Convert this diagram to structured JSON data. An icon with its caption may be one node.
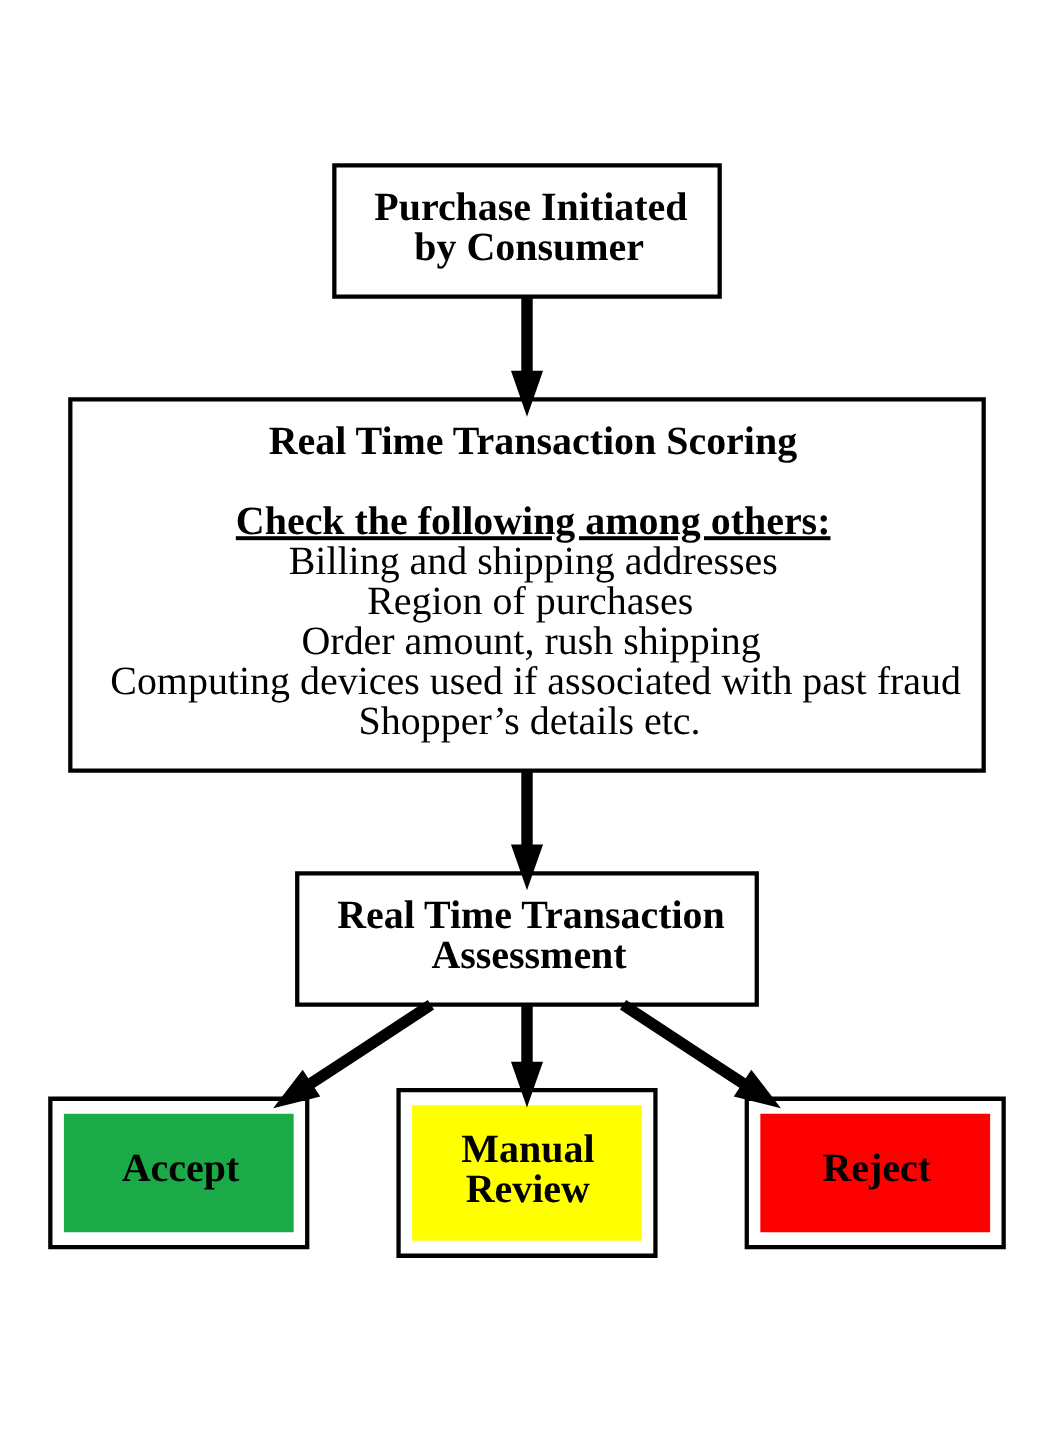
{
  "diagram": {
    "nodes": [
      {
        "text": [
          "Purchase Initiated by Consumer"
        ]
      },
      {
        "text": [
          "Real Time Transaction Scoring",
          "Check the following among others:",
          "Billing and shipping addresses",
          "Region of purchases",
          "Order amount, rush shipping",
          "Computing devices used if associated with past fraud",
          "Shopper’s details etc."
        ]
      },
      {
        "text": [
          "Real Time Transaction Assessment"
        ]
      },
      {
        "text": [],
        "shape": "box"
      },
      {
        "text": [
          "Accept"
        ],
        "in": 3
      },
      {
        "text": [],
        "shape": "box"
      },
      {
        "text": [
          "Manual Review"
        ],
        "in": 5
      },
      {
        "text": [],
        "shape": "box"
      },
      {
        "text": [
          "Reject"
        ],
        "in": 7
      }
    ],
    "edges": [
      {
        "from": 0,
        "to": 1,
        "arrow": "to"
      },
      {
        "from": 1,
        "to": 2,
        "arrow": "to"
      },
      {
        "from": 2,
        "to": 3,
        "arrow": "to"
      },
      {
        "from": 2,
        "to": 5,
        "arrow": "to"
      },
      {
        "from": 2,
        "to": 7,
        "arrow": "to"
      }
    ]
  }
}
